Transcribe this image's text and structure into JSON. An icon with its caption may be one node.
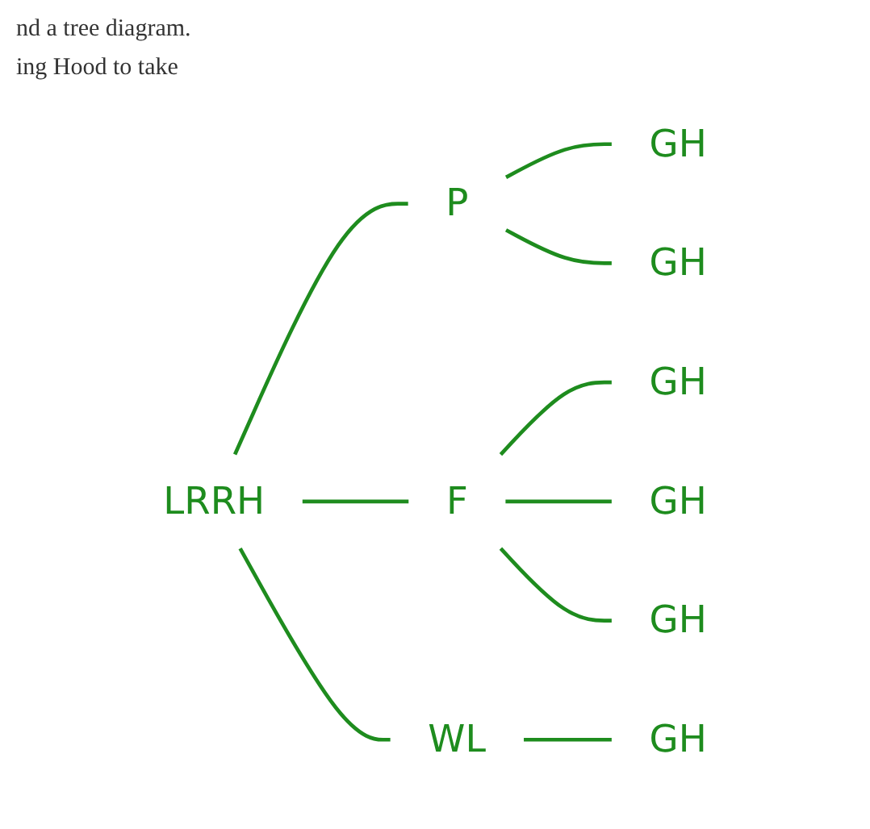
{
  "diagram": {
    "nodes": [
      {
        "text": [
          "LRRH"
        ]
      },
      {
        "text": [
          "P"
        ]
      },
      {
        "text": [
          "F"
        ]
      },
      {
        "text": [
          "WL"
        ]
      },
      {
        "text": [
          "GH"
        ]
      },
      {
        "text": [
          "GH"
        ]
      },
      {
        "text": [
          "GH"
        ]
      },
      {
        "text": [
          "GH"
        ]
      },
      {
        "text": [
          "GH"
        ]
      },
      {
        "text": [
          "GH"
        ]
      }
    ],
    "edges": [
      {
        "from": 0,
        "to": 1,
        "arrow": "none"
      },
      {
        "from": 0,
        "to": 2,
        "arrow": "none"
      },
      {
        "from": 0,
        "to": 3,
        "arrow": "none"
      },
      {
        "from": 1,
        "to": 4,
        "arrow": "none"
      },
      {
        "from": 1,
        "to": 5,
        "arrow": "none"
      },
      {
        "from": 2,
        "to": 6,
        "arrow": "none"
      },
      {
        "from": 2,
        "to": 7,
        "arrow": "none"
      },
      {
        "from": 2,
        "to": 8,
        "arrow": "none"
      },
      {
        "from": 3,
        "to": 9,
        "arrow": "none"
      }
    ],
    "labels": [
      "nd a tree diagram.",
      "ing Hood to take"
    ]
  }
}
